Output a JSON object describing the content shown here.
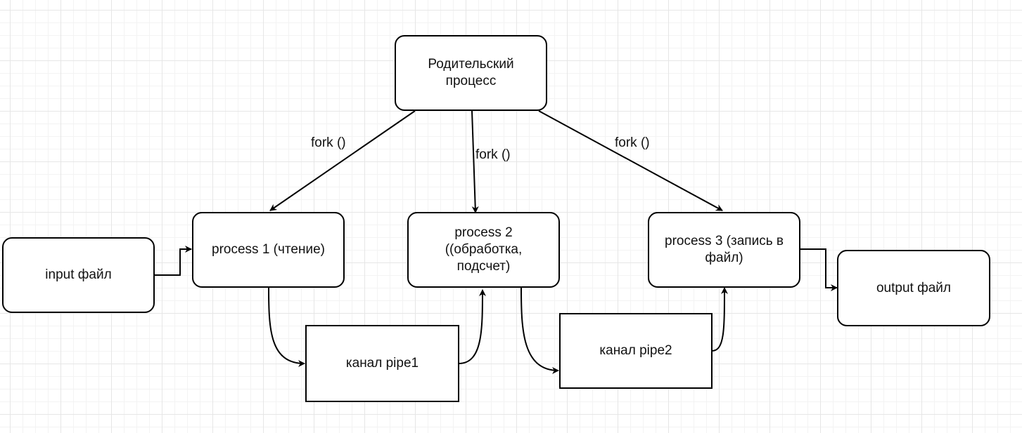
{
  "nodes": {
    "parent": "Родительский процесс",
    "process1": "process 1 (чтение)",
    "process2": "process 2 ((обработка, подсчет)",
    "process3": "process 3 (запись в файл)",
    "input": "input файл",
    "output": "output файл",
    "pipe1": "канал pipe1",
    "pipe2": "канал pipe2"
  },
  "edges": {
    "fork1": "fork ()",
    "fork2": "fork ()",
    "fork3": "fork ()"
  }
}
